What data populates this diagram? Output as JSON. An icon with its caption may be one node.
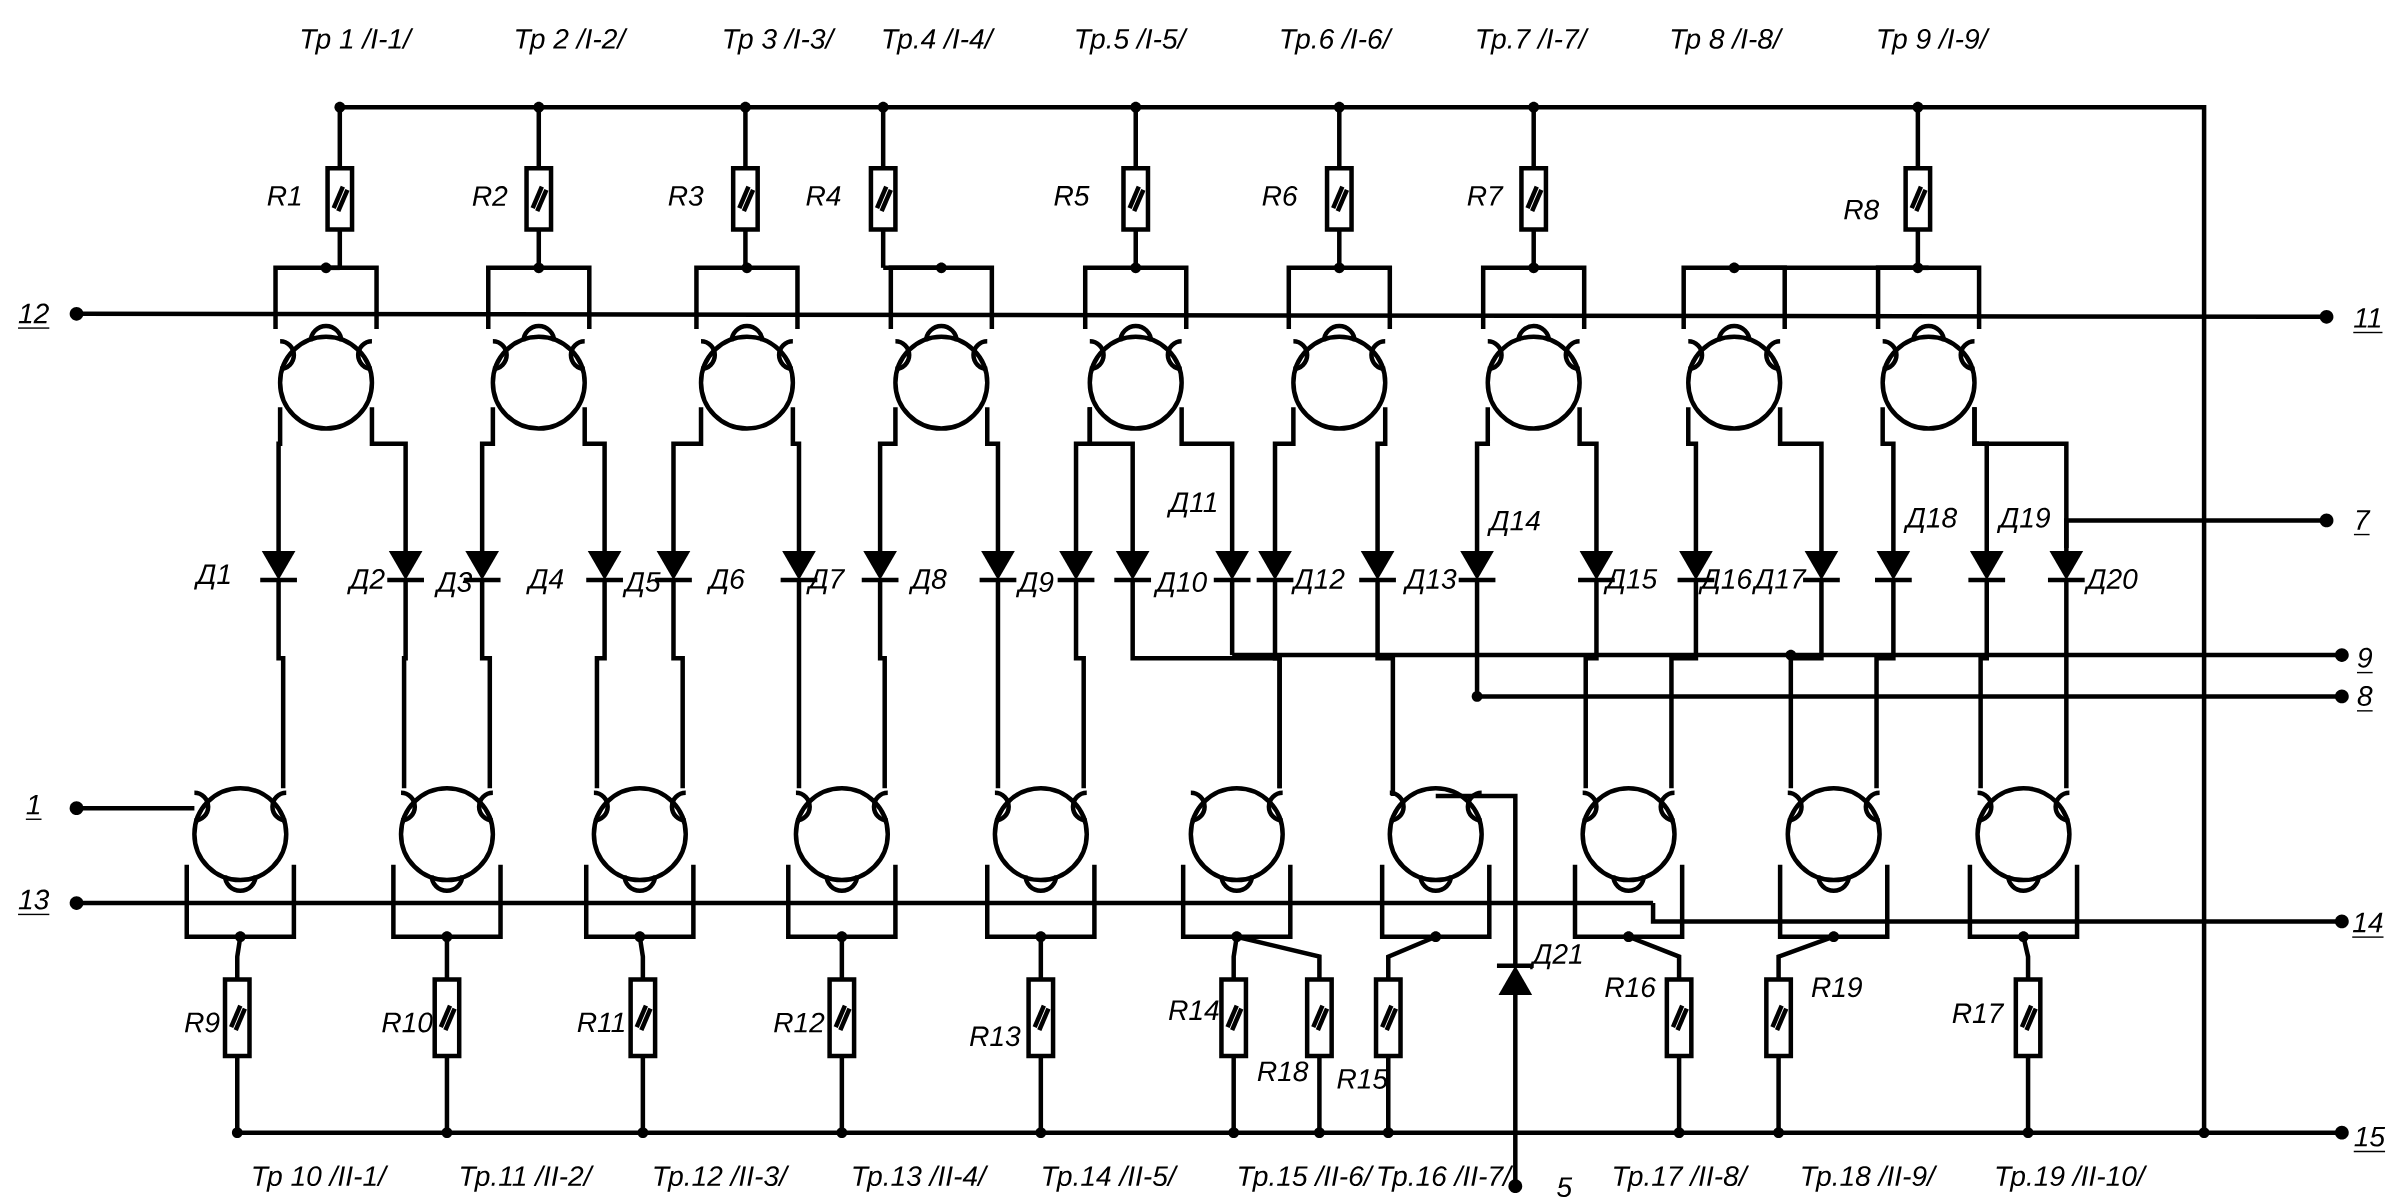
{
  "diagram": {
    "labels": [
      "Тр 1 /I-1/",
      "Тр 2 /I-2/",
      "Тр 3 /I-3/",
      "Тр.4 /I-4/",
      "Тр.5 /I-5/",
      "Тр.6 /I-6/",
      "Тр.7 /I-7/",
      "Тр 8 /I-8/",
      "Тр 9 /I-9/",
      "R1",
      "R2",
      "R3",
      "R4",
      "R5",
      "R6",
      "R7",
      "R8",
      "12",
      "11",
      "Д11",
      "Д14",
      "Д18",
      "Д19",
      "7",
      "Д1",
      "Д2",
      "Д3",
      "Д4",
      "Д5",
      "Д6",
      "Д7",
      "Д8",
      "Д9",
      "Д10",
      "Д12",
      "Д13",
      "Д15",
      "Д16",
      "Д17",
      "Д20",
      "9",
      "8",
      "1",
      "13",
      "14",
      "Д21",
      "R16",
      "R19",
      "R17",
      "R9",
      "R10",
      "R11",
      "R12",
      "R13",
      "R14",
      "R18",
      "R15",
      "15",
      "Тр 10 /II-1/",
      "Тр.11 /II-2/",
      "Тр.12 /II-3/",
      "Тр.13 /II-4/",
      "Тр.14 /II-5/",
      "Тр.15 /II-6/",
      "Тр.16 /II-7/",
      "5",
      "Тр.17 /II-8/",
      "Тр.18 /II-9/",
      "Тр.19 /II-10/"
    ]
  }
}
